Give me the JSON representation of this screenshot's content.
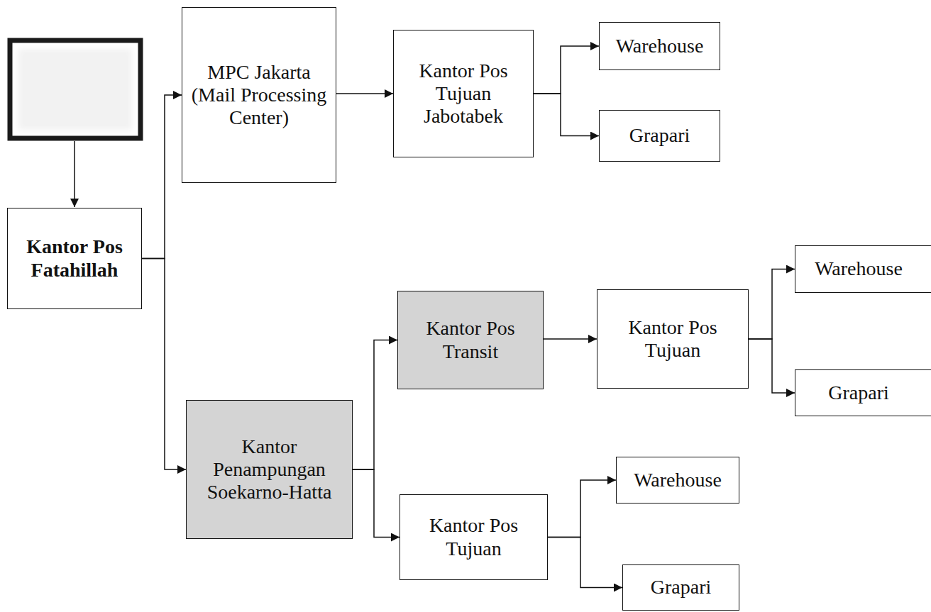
{
  "diagram": {
    "nodes": [
      {
        "text": [
          "Kantor Pos Fatahillah"
        ]
      },
      {
        "text": [
          "MPC Jakarta (Mail Processing Center)"
        ]
      },
      {
        "text": [
          "Kantor Pos Tujuan Jabotabek"
        ]
      },
      {
        "text": [
          "Warehouse"
        ]
      },
      {
        "text": [
          "Grapari"
        ]
      },
      {
        "text": [
          "Kantor Penampungan Soekarno-Hatta"
        ]
      },
      {
        "text": [
          "Kantor Pos Transit"
        ]
      },
      {
        "text": [
          "Kantor Pos Tujuan"
        ]
      },
      {
        "text": [
          "Warehouse"
        ]
      },
      {
        "text": [
          "Grapari"
        ]
      },
      {
        "text": [
          "Kantor Pos Tujuan"
        ]
      },
      {
        "text": [
          "Warehouse"
        ]
      },
      {
        "text": [
          "Grapari"
        ]
      }
    ],
    "edges": [
      {
        "from": 0,
        "to": 1,
        "arrow": "to"
      },
      {
        "from": 0,
        "to": 5,
        "arrow": "to"
      },
      {
        "from": 1,
        "to": 2,
        "arrow": "to"
      },
      {
        "from": 2,
        "to": 3,
        "arrow": "to"
      },
      {
        "from": 2,
        "to": 4,
        "arrow": "to"
      },
      {
        "from": 5,
        "to": 6,
        "arrow": "to"
      },
      {
        "from": 5,
        "to": 10,
        "arrow": "to"
      },
      {
        "from": 6,
        "to": 7,
        "arrow": "to"
      },
      {
        "from": 7,
        "to": 8,
        "arrow": "to"
      },
      {
        "from": 7,
        "to": 9,
        "arrow": "to"
      },
      {
        "from": 10,
        "to": 11,
        "arrow": "to"
      },
      {
        "from": 10,
        "to": 12,
        "arrow": "to"
      }
    ]
  }
}
